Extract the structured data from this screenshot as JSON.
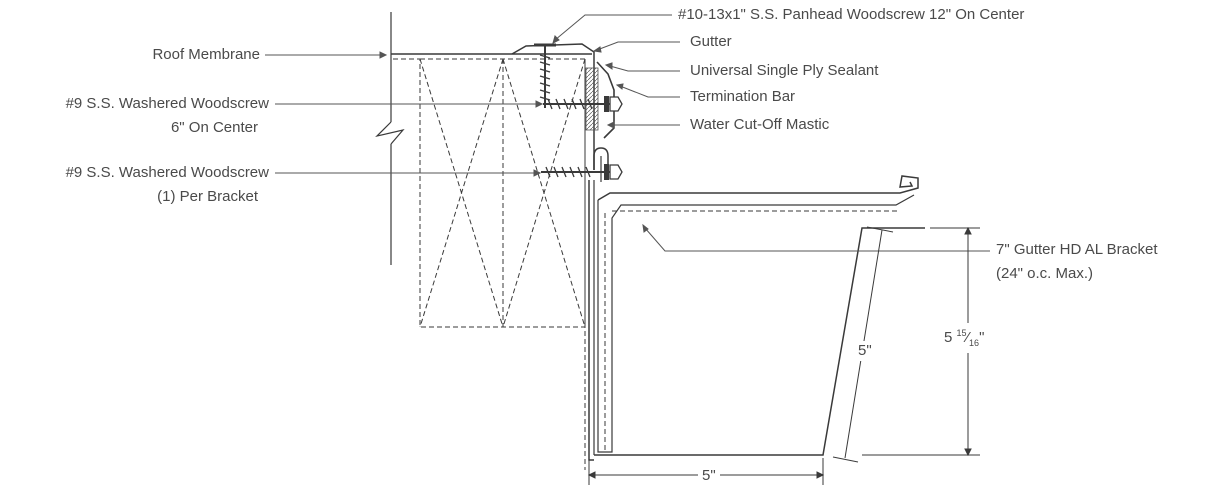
{
  "labels": {
    "screw_panhead": "#10-13x1\" S.S. Panhead Woodscrew 12\" On Center",
    "gutter": "Gutter",
    "sealant": "Universal Single Ply Sealant",
    "termination_bar": "Termination Bar",
    "mastic": "Water Cut-Off Mastic",
    "roof_membrane": "Roof Membrane",
    "washered_6_line1": "#9 S.S. Washered Woodscrew",
    "washered_6_line2": "6\" On Center",
    "washered_bracket_line1": "#9 S.S. Washered Woodscrew",
    "washered_bracket_line2": "(1) Per Bracket",
    "bracket_line1": "7\" Gutter HD AL Bracket",
    "bracket_line2": "(24\" o.c. Max.)"
  },
  "dimensions": {
    "height_whole": "5",
    "height_num": "15",
    "height_den": "16",
    "height_unit": "\"",
    "slant": "5\"",
    "width": "5\""
  },
  "colors": {
    "line": "#3a3a3a",
    "text": "#4a4a4a",
    "mastic": "#9a9a9a"
  }
}
